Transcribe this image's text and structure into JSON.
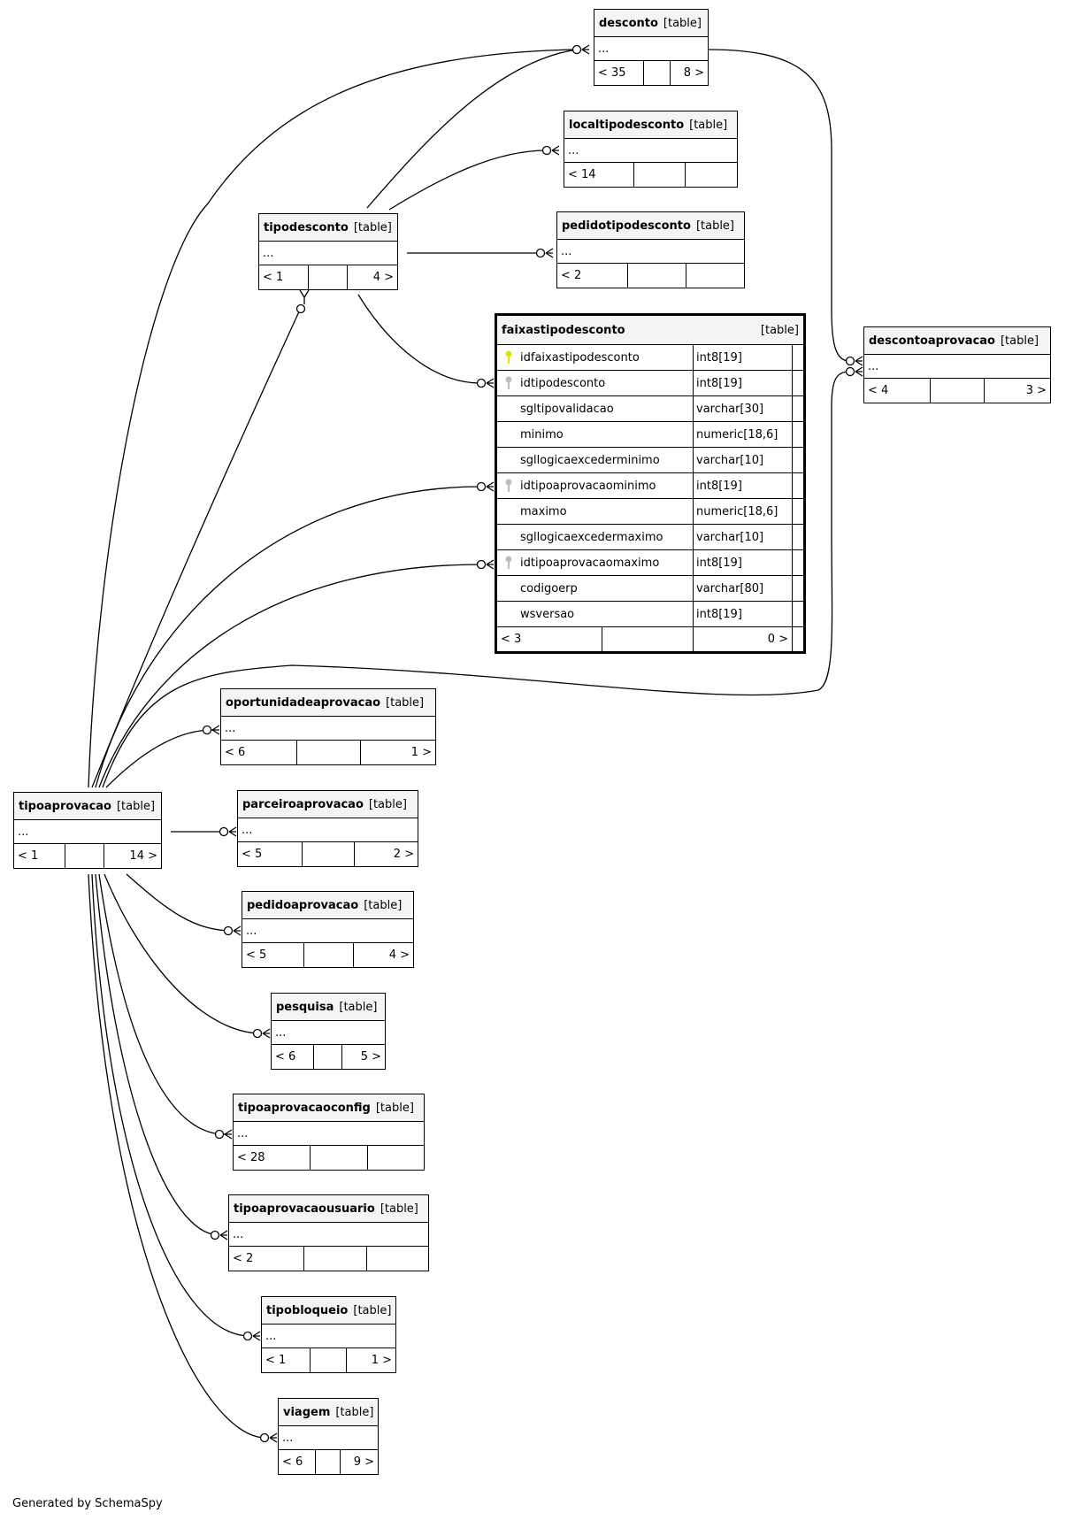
{
  "footer": "Generated by SchemaSpy",
  "colors": {
    "primary_key": "#e8e000",
    "foreign_key": "#bdbdbd",
    "line": "#000000",
    "header_bg": "#f4f4f4"
  },
  "tables": {
    "desconto": {
      "name": "desconto",
      "kind": "[table]",
      "dots": "...",
      "parents": "< 35",
      "mid": "",
      "children": "8 >"
    },
    "localtipodesconto": {
      "name": "localtipodesconto",
      "kind": "[table]",
      "dots": "...",
      "parents": "< 14",
      "mid": "",
      "children": ""
    },
    "tipodesconto": {
      "name": "tipodesconto",
      "kind": "[table]",
      "dots": "...",
      "parents": "< 1",
      "mid": "",
      "children": "4 >"
    },
    "pedidotipodesconto": {
      "name": "pedidotipodesconto",
      "kind": "[table]",
      "dots": "...",
      "parents": "< 2",
      "mid": "",
      "children": ""
    },
    "descontoaprovacao": {
      "name": "descontoaprovacao",
      "kind": "[table]",
      "dots": "...",
      "parents": "< 4",
      "mid": "",
      "children": "3 >"
    },
    "oportunidadeaprovacao": {
      "name": "oportunidadeaprovacao",
      "kind": "[table]",
      "dots": "...",
      "parents": "< 6",
      "mid": "",
      "children": "1 >"
    },
    "tipoaprovacao": {
      "name": "tipoaprovacao",
      "kind": "[table]",
      "dots": "...",
      "parents": "< 1",
      "mid": "",
      "children": "14 >"
    },
    "parceiroaprovacao": {
      "name": "parceiroaprovacao",
      "kind": "[table]",
      "dots": "...",
      "parents": "< 5",
      "mid": "",
      "children": "2 >"
    },
    "pedidoaprovacao": {
      "name": "pedidoaprovacao",
      "kind": "[table]",
      "dots": "...",
      "parents": "< 5",
      "mid": "",
      "children": "4 >"
    },
    "pesquisa": {
      "name": "pesquisa",
      "kind": "[table]",
      "dots": "...",
      "parents": "< 6",
      "mid": "",
      "children": "5 >"
    },
    "tipoaprovacaoconfig": {
      "name": "tipoaprovacaoconfig",
      "kind": "[table]",
      "dots": "...",
      "parents": "< 28",
      "mid": "",
      "children": ""
    },
    "tipoaprovacaousuario": {
      "name": "tipoaprovacaousuario",
      "kind": "[table]",
      "dots": "...",
      "parents": "< 2",
      "mid": "",
      "children": ""
    },
    "tipobloqueio": {
      "name": "tipobloqueio",
      "kind": "[table]",
      "dots": "...",
      "parents": "< 1",
      "mid": "",
      "children": "1 >"
    },
    "viagem": {
      "name": "viagem",
      "kind": "[table]",
      "dots": "...",
      "parents": "< 6",
      "mid": "",
      "children": "9 >"
    }
  },
  "focus": {
    "name": "faixastipodesconto",
    "kind": "[table]",
    "columns": [
      {
        "name": "idfaixastipodesconto",
        "type": "int8[19]",
        "key": "primary"
      },
      {
        "name": "idtipodesconto",
        "type": "int8[19]",
        "key": "foreign"
      },
      {
        "name": "sgltipovalidacao",
        "type": "varchar[30]",
        "key": ""
      },
      {
        "name": "minimo",
        "type": "numeric[18,6]",
        "key": ""
      },
      {
        "name": "sgllogicaexcederminimo",
        "type": "varchar[10]",
        "key": ""
      },
      {
        "name": "idtipoaprovacaominimo",
        "type": "int8[19]",
        "key": "foreign"
      },
      {
        "name": "maximo",
        "type": "numeric[18,6]",
        "key": ""
      },
      {
        "name": "sgllogicaexcedermaximo",
        "type": "varchar[10]",
        "key": ""
      },
      {
        "name": "idtipoaprovacaomaximo",
        "type": "int8[19]",
        "key": "foreign"
      },
      {
        "name": "codigoerp",
        "type": "varchar[80]",
        "key": ""
      },
      {
        "name": "wsversao",
        "type": "int8[19]",
        "key": ""
      }
    ],
    "parents": "< 3",
    "mid": "",
    "children": "0 >"
  }
}
